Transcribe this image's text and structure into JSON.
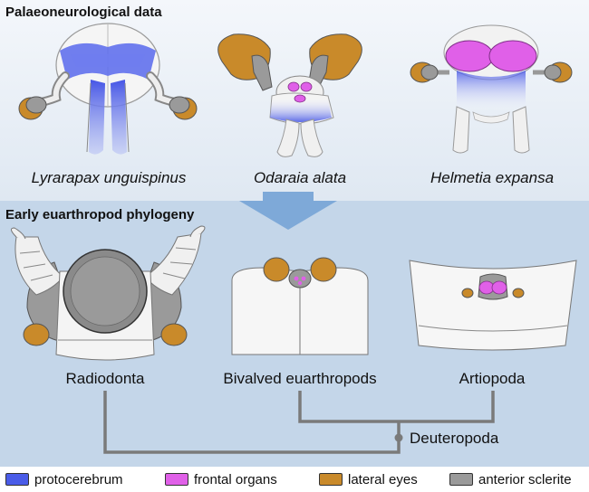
{
  "sections": {
    "top_title": "Palaeoneurological data",
    "bottom_title": "Early euarthropod phylogeny"
  },
  "species": {
    "a": "Lyrarapax unguispinus",
    "b": "Odaraia alata",
    "c": "Helmetia expansa"
  },
  "taxa": {
    "radiodonta": "Radiodonta",
    "bivalved": "Bivalved euarthropods",
    "artiopoda": "Artiopoda",
    "deuteropoda": "Deuteropoda"
  },
  "legend": [
    {
      "label": "protocerebrum",
      "color": "#4a5ce8"
    },
    {
      "label": "frontal organs",
      "color": "#e060e8"
    },
    {
      "label": "lateral eyes",
      "color": "#c98a2a"
    },
    {
      "label": "anterior sclerite",
      "color": "#9a9a9a"
    }
  ],
  "colors": {
    "top_bg": "#e6edf5",
    "bottom_bg": "#c5d7ea",
    "arrow": "#7aa6d6",
    "tree": "#7a7a7a"
  }
}
